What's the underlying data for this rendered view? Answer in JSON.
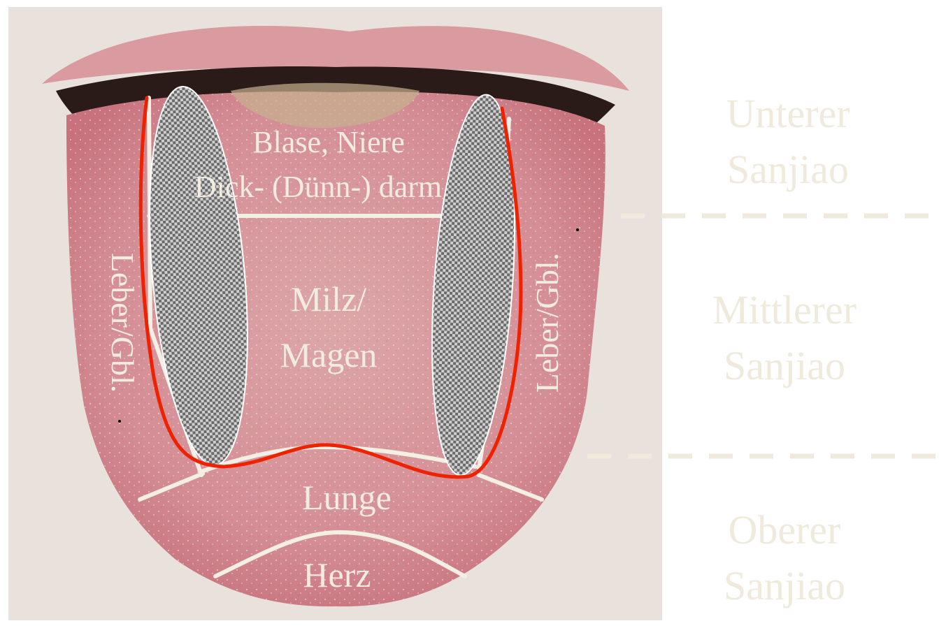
{
  "regions": {
    "lower": "Blase, Niere",
    "lower_2": "Dick- (Dünn-) darm",
    "middle_1": "Milz/",
    "middle_2": "Magen",
    "left_side": "Leber/Gbl.",
    "right_side": "Leber/Gbl.",
    "lung": "Lunge",
    "heart": "Herz"
  },
  "zones": {
    "lower": [
      "Unterer",
      "Sanjiao"
    ],
    "middle": [
      "Mittlerer",
      "Sanjiao"
    ],
    "upper": [
      "Oberer",
      "Sanjiao"
    ]
  },
  "colors": {
    "outline_red": "#ee2200",
    "lines_cream": "#f3efe4",
    "tongue": "#d48a90",
    "lips": "#d99aa0",
    "skin": "#e9e2dc"
  }
}
